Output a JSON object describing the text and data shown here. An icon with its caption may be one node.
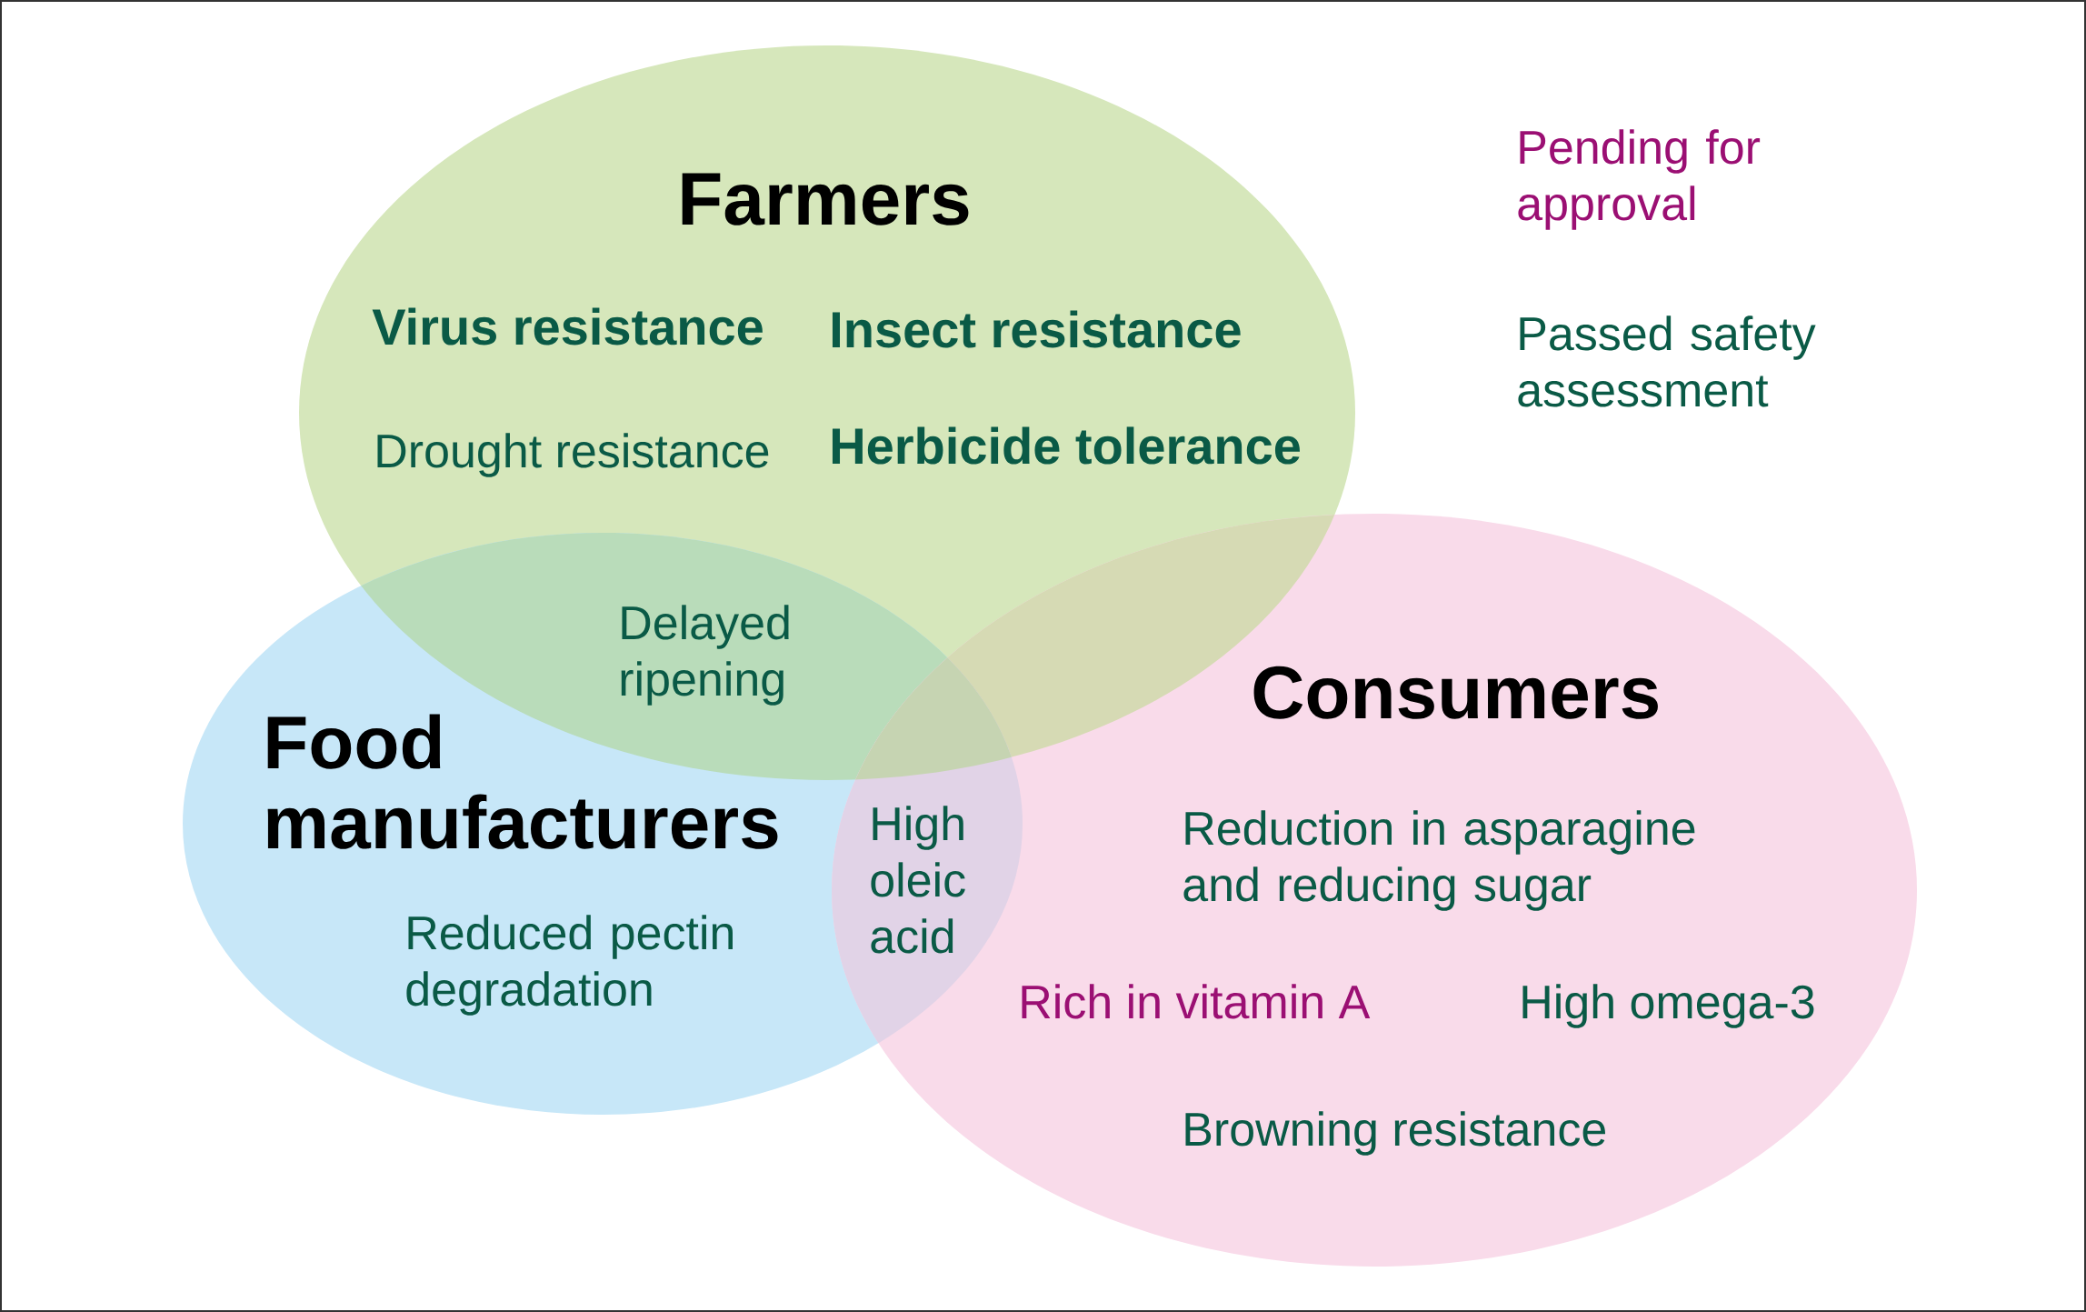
{
  "diagram": {
    "nodes": [
      {
        "text": [
          "Farmers",
          "Virus resistance",
          "Insect resistance",
          "Drought resistance",
          "Herbicide tolerance"
        ]
      },
      {
        "text": [
          "Food manufacturers",
          "Reduced pectin degradation"
        ]
      },
      {
        "text": [
          "Consumers",
          "Reduction in asparagine and reducing sugar",
          "Rich in vitamin A",
          "High omega-3",
          "Browning resistance"
        ]
      }
    ],
    "labels": [
      "Delayed ripening",
      "High oleic acid"
    ],
    "legend": [
      {
        "text": "Pending for approval",
        "color": "#9b0f73"
      },
      {
        "text": "Passed safety assessment",
        "color": "#0a5a46"
      }
    ]
  }
}
